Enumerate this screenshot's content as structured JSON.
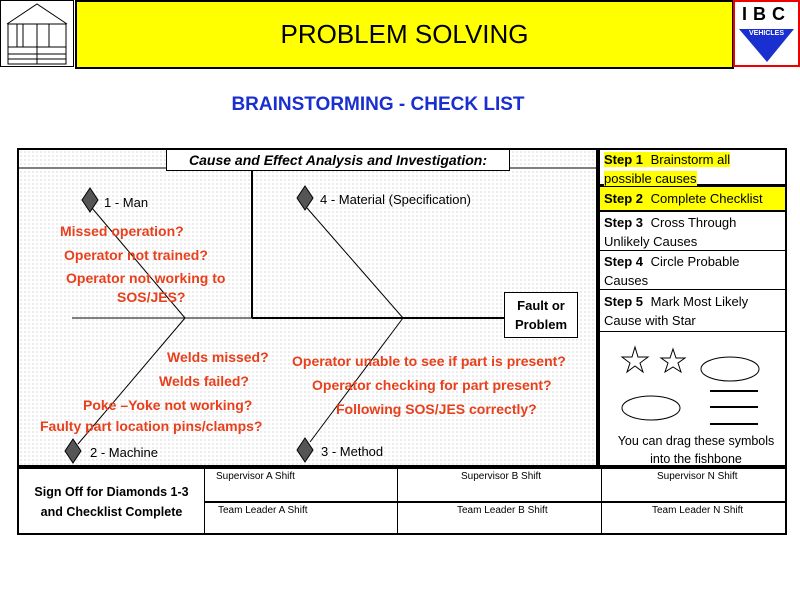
{
  "header": {
    "title": "PROBLEM SOLVING",
    "logo_text": "IBC",
    "logo_sub": "VEHICLES"
  },
  "page_title": "BRAINSTORMING - CHECK LIST",
  "diagram": {
    "caption": "Cause and Effect Analysis and Investigation:",
    "problem": [
      "Fault or",
      "Problem"
    ],
    "categories": [
      "1 - Man",
      "4 - Material (Specification)",
      "2 - Machine",
      "3 - Method"
    ],
    "man_causes": [
      "Missed operation?",
      "Operator not trained?",
      "Operator not working to",
      "SOS/JES?"
    ],
    "machine_causes": [
      "Welds missed?",
      "Welds failed?",
      "Poke –Yoke not working?",
      "Faulty part location pins/clamps?"
    ],
    "method_causes": [
      "Operator unable to see if part is present?",
      "Operator checking for part present?",
      "Following SOS/JES correctly?"
    ]
  },
  "steps": [
    {
      "label": "Step 1",
      "text": "Brainstorm all",
      "text2": "possible causes"
    },
    {
      "label": "Step 2",
      "text": "Complete Checklist"
    },
    {
      "label": "Step 3",
      "text": "Cross Through",
      "text2": "Unlikely Causes"
    },
    {
      "label": "Step 4",
      "text": "Circle Probable",
      "text2": "Causes"
    },
    {
      "label": "Step 5",
      "text": "Mark Most Likely",
      "text2": "Cause with Star"
    }
  ],
  "symbols_note": [
    "You can drag these symbols",
    "into the fishbone"
  ],
  "signoff": {
    "label": [
      "Sign Off for Diamonds 1-3",
      "and Checklist Complete"
    ],
    "cells": [
      "Supervisor A Shift",
      "Supervisor B Shift",
      "Supervisor N Shift",
      "Team Leader A Shift",
      "Team Leader B Shift",
      "Team Leader N Shift"
    ]
  },
  "colors": {
    "accent_yellow": "#ffff00",
    "title_blue": "#1a2fd0",
    "cause_red": "#e8401c",
    "logo_red": "#ee0000",
    "logo_blue": "#1a2fd0"
  }
}
